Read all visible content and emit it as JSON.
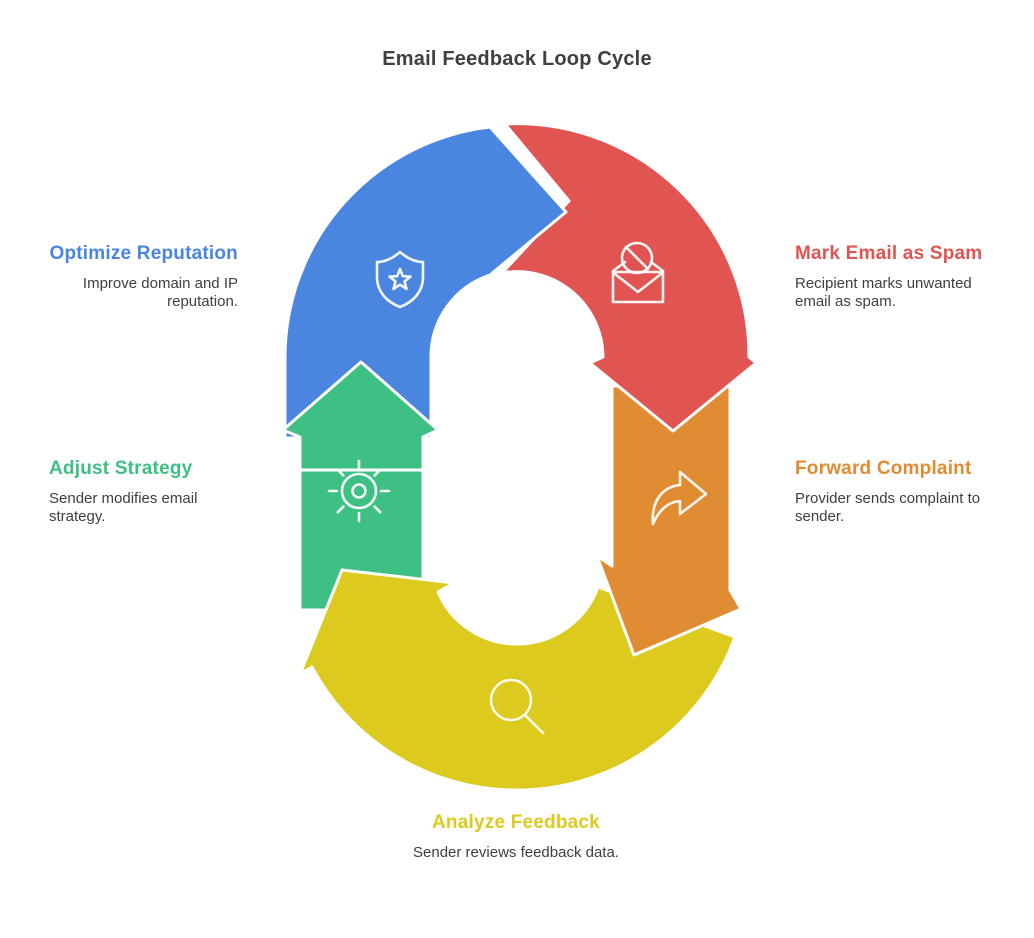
{
  "title": "Email Feedback Loop Cycle",
  "title_color": "#3c4043",
  "body_text_color": "#3c4043",
  "background_color": "#ffffff",
  "outline_color": "#ffffff",
  "steps": [
    {
      "label": "Optimize Reputation",
      "description": "Improve domain and IP reputation.",
      "color": "#4a86e0",
      "icon": "shield-star-icon",
      "position": "left-top"
    },
    {
      "label": "Mark Email as Spam",
      "description": "Recipient marks unwanted email as spam.",
      "color": "#e05452",
      "icon": "blocked-email-icon",
      "position": "right-top"
    },
    {
      "label": "Forward Complaint",
      "description": "Provider sends complaint to sender.",
      "color": "#e08c33",
      "icon": "forward-arrow-icon",
      "position": "right-middle"
    },
    {
      "label": "Analyze Feedback",
      "description": "Sender reviews feedback data.",
      "color": "#ddca1f",
      "icon": "magnifier-icon",
      "position": "bottom-center"
    },
    {
      "label": "Adjust Strategy",
      "description": "Sender modifies email strategy.",
      "color": "#3ec084",
      "icon": "sun-gear-icon",
      "position": "left-middle"
    }
  ]
}
